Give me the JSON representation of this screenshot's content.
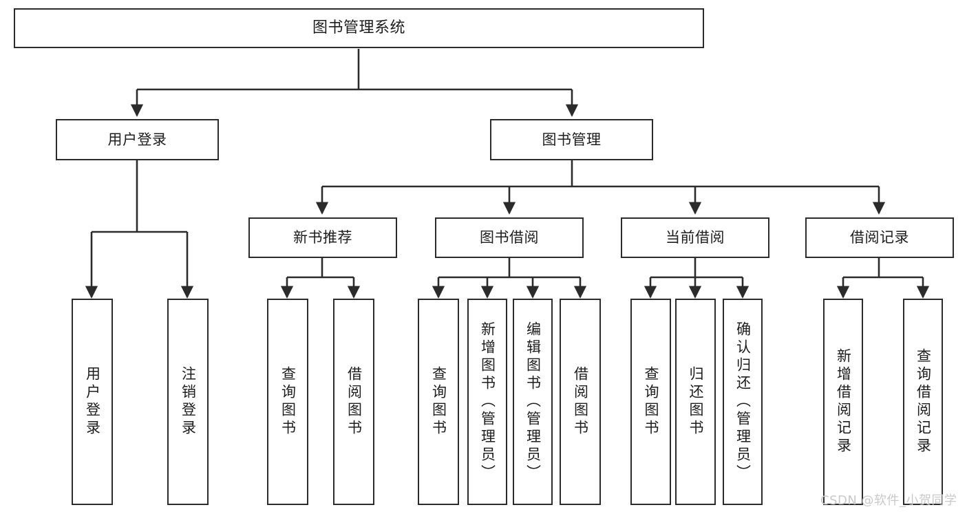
{
  "diagram": {
    "title": "图书管理系统",
    "type": "tree-hierarchy-chart",
    "watermark": "CSDN @软件_小贺同学",
    "colors": {
      "stroke": "#2b2b2b",
      "text": "#1d1d1d",
      "background": "#ffffff",
      "watermark": "#c9c9c9"
    },
    "nodes": {
      "root": {
        "label": "图书管理系统"
      },
      "level2": [
        {
          "id": "user-login",
          "label": "用户登录"
        },
        {
          "id": "book-management",
          "label": "图书管理"
        }
      ],
      "level3": [
        {
          "id": "new-book-recommend",
          "label": "新书推荐"
        },
        {
          "id": "book-borrow",
          "label": "图书借阅"
        },
        {
          "id": "current-borrow",
          "label": "当前借阅"
        },
        {
          "id": "borrow-record",
          "label": "借阅记录"
        }
      ],
      "leaves": {
        "user_login": [
          {
            "id": "leaf-user-login",
            "label": "用户登录"
          },
          {
            "id": "leaf-user-logout",
            "label": "注销登录"
          }
        ],
        "new_book_recommend": [
          {
            "id": "leaf-query-book-1",
            "label": "查询图书"
          },
          {
            "id": "leaf-borrow-book-1",
            "label": "借阅图书"
          }
        ],
        "book_borrow": [
          {
            "id": "leaf-query-book-2",
            "label": "查询图书"
          },
          {
            "id": "leaf-add-book",
            "label": "新增图书（管理员）"
          },
          {
            "id": "leaf-edit-book",
            "label": "编辑图书（管理员）"
          },
          {
            "id": "leaf-borrow-book-2",
            "label": "借阅图书"
          }
        ],
        "current_borrow": [
          {
            "id": "leaf-query-book-3",
            "label": "查询图书"
          },
          {
            "id": "leaf-return-book",
            "label": "归还图书"
          },
          {
            "id": "leaf-confirm-return",
            "label": "确认归还（管理员）"
          }
        ],
        "borrow_record": [
          {
            "id": "leaf-add-record",
            "label": "新增借阅记录"
          },
          {
            "id": "leaf-query-record",
            "label": "查询借阅记录"
          }
        ]
      }
    }
  }
}
